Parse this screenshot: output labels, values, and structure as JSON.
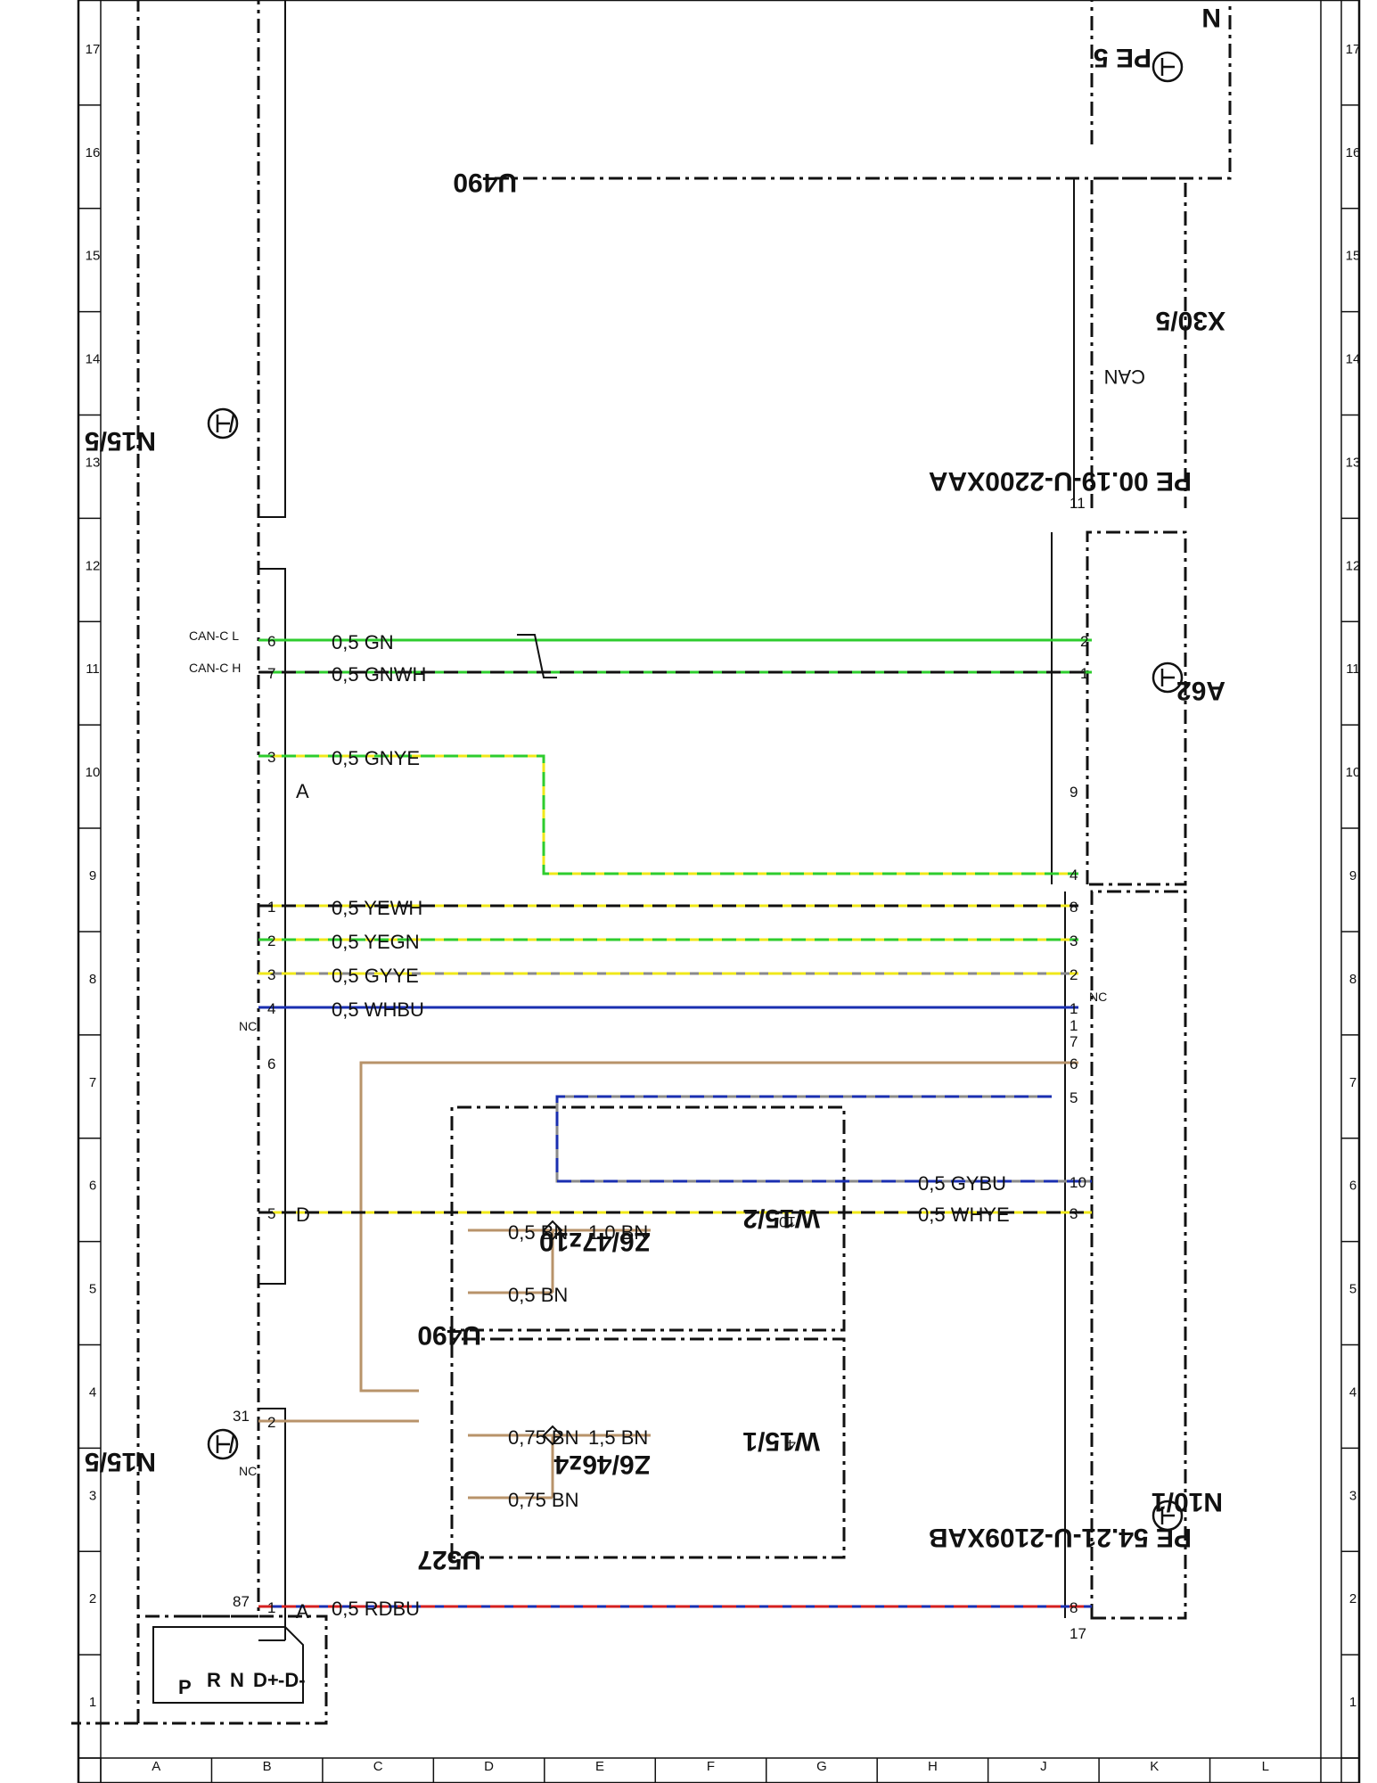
{
  "sheet": {
    "columns": [
      "1",
      "2",
      "3",
      "4",
      "5",
      "6",
      "7",
      "8",
      "9",
      "10",
      "11",
      "12",
      "13",
      "14",
      "15",
      "16",
      "17"
    ],
    "rows": [
      "A",
      "B",
      "C",
      "D",
      "E",
      "F",
      "G",
      "H",
      "J",
      "K",
      "L"
    ]
  },
  "components": {
    "n15_5": "N15/5",
    "a62": "A62",
    "x30_5": "X30/5",
    "x30_5_ref": "PE 00.19-U-2200XAA",
    "x30_5_can": "CAN",
    "n10_1": "N10/1",
    "n10_1_ref": "PE 54.21-U-2109XAB",
    "n10_upper_ref": "PE 5",
    "n10_upper_id": "N",
    "u490": "U490",
    "u527": "U527",
    "z6_47z10": "Z6/47z10",
    "z6_46z4": "Z6/46z4",
    "w15_2": "W15/2",
    "w15_1": "W15/1",
    "w15_2_pin": "10",
    "w15_1_pin": "4"
  },
  "shifter": [
    "P",
    "R",
    "N",
    "D+",
    "-D-"
  ],
  "connector_labels": {
    "n15_upper_plug": "A",
    "n15_lower_plug": "A",
    "n15_plug_d": "D",
    "nc": "NC",
    "can_l": "CAN-C L",
    "can_h": "CAN-C H",
    "t87": "87",
    "t31": "31",
    "x30_ref_9": "9",
    "x30_ref_11": "11",
    "n10_ref_17": "17"
  },
  "wires": [
    {
      "id": "can_l",
      "label": "0,5 GN",
      "n15_pin": "6",
      "far_pin": "2"
    },
    {
      "id": "can_h",
      "label": "0,5 GNWH",
      "n15_pin": "7",
      "far_pin": "1"
    },
    {
      "id": "gnye",
      "label": "0,5 GNYE",
      "n15_pin": "3",
      "far_pin": "4"
    },
    {
      "id": "yewh",
      "label": "0,5 YEWH",
      "n15_pin": "1",
      "far_pin": "8"
    },
    {
      "id": "yegn",
      "label": "0,5 YEGN",
      "n15_pin": "2",
      "far_pin": "3"
    },
    {
      "id": "gyye",
      "label": "0,5 GYYE",
      "n15_pin": "3",
      "far_pin": "2"
    },
    {
      "id": "whbu",
      "label": "0,5 WHBU",
      "n15_pin": "4",
      "far_pin": "1"
    },
    {
      "id": "bn9",
      "label": "",
      "n15_pin": "6",
      "far_pin": "6"
    },
    {
      "id": "gybu",
      "label": "0,5 GYBU",
      "n15_pin": "",
      "far_pin": "10"
    },
    {
      "id": "whye",
      "label": "0,5 WHYE",
      "n15_pin": "5",
      "far_pin": "3"
    },
    {
      "id": "rdbu",
      "label": "0,5 RDBU",
      "n15_pin": "1",
      "far_pin": "8"
    },
    {
      "id": "gnd",
      "label": "",
      "n15_pin": "2",
      "far_pin": ""
    }
  ],
  "a62_pins": [
    "4",
    "8",
    "3",
    "2",
    "1",
    "7",
    "6",
    "5"
  ],
  "ground_wires": {
    "u490_a": "0,5 BN",
    "u490_b": "0,5 BN",
    "u490_c": "1,0 BN",
    "u527_a": "0,75 BN",
    "u527_b": "0,75 BN",
    "u527_c": "1,5 BN"
  },
  "colors": {
    "green": "#2ecc2e",
    "yellow": "#f0e81a",
    "brown": "#b8936a",
    "blue": "#1a2fb0",
    "red": "#d42020",
    "gray": "#8a8a8a",
    "black": "#111111"
  }
}
